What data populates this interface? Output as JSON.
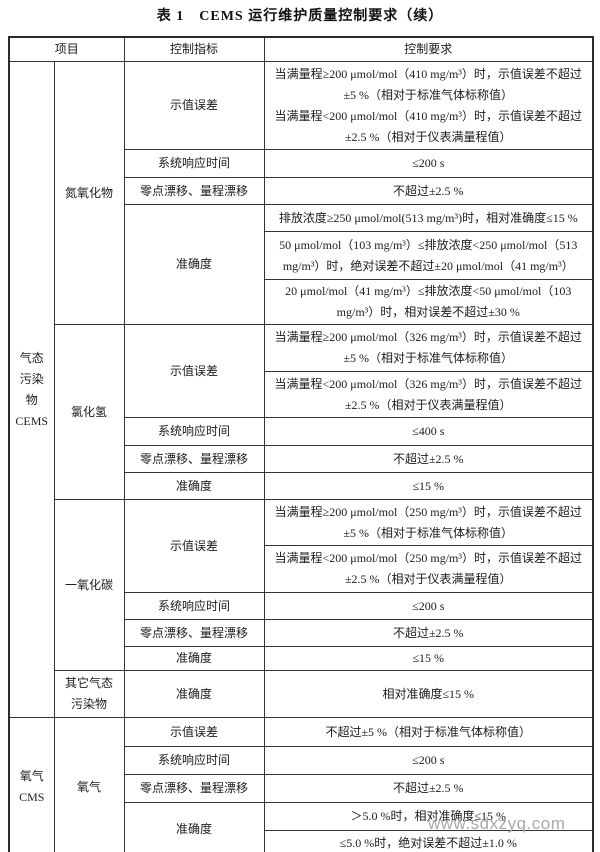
{
  "page": {
    "title": "表 1　CEMS 运行维护质量控制要求（续）",
    "watermark": "www.sdxzyq.com"
  },
  "header": {
    "project": "项目",
    "indicator": "控制指标",
    "requirement": "控制要求"
  },
  "gas": {
    "label": "气态\n污染\n物\nCEMS",
    "nox": {
      "label": "氮氧化物",
      "error": {
        "label": "示值误差",
        "req1": "当满量程≥200 μmol/mol（410 mg/m³）时，示值误差不超过±5 %（相对于标准气体标称值）",
        "req2": "当满量程<200 μmol/mol（410 mg/m³）时，示值误差不超过±2.5 %（相对于仪表满量程值）"
      },
      "response": {
        "label": "系统响应时间",
        "req": "≤200 s"
      },
      "drift": {
        "label": "零点漂移、量程漂移",
        "req": "不超过±2.5 %"
      },
      "accuracy": {
        "label": "准确度",
        "req1": "排放浓度≥250 μmol/mol(513 mg/m³)时，相对准确度≤15 %",
        "req2": "50 μmol/mol（103 mg/m³）≤排放浓度<250 μmol/mol（513 mg/m³）时，绝对误差不超过±20 μmol/mol（41 mg/m³）",
        "req3": "20 μmol/mol（41 mg/m³）≤排放浓度<50 μmol/mol（103 mg/m³）时，相对误差不超过±30 %"
      }
    },
    "hcl": {
      "label": "氯化氢",
      "error": {
        "label": "示值误差",
        "req1": "当满量程≥200 μmol/mol（326 mg/m³）时，示值误差不超过±5 %（相对于标准气体标称值）",
        "req2": "当满量程<200 μmol/mol（326 mg/m³）时，示值误差不超过±2.5 %（相对于仪表满量程值）"
      },
      "response": {
        "label": "系统响应时间",
        "req": "≤400 s"
      },
      "drift": {
        "label": "零点漂移、量程漂移",
        "req": "不超过±2.5 %"
      },
      "accuracy": {
        "label": "准确度",
        "req": "≤15 %"
      }
    },
    "co": {
      "label": "一氧化碳",
      "error": {
        "label": "示值误差",
        "req1": "当满量程≥200 μmol/mol（250 mg/m³）时，示值误差不超过±5 %（相对于标准气体标称值）",
        "req2": "当满量程<200 μmol/mol（250 mg/m³）时，示值误差不超过±2.5 %（相对于仪表满量程值）"
      },
      "response": {
        "label": "系统响应时间",
        "req": "≤200 s"
      },
      "drift": {
        "label": "零点漂移、量程漂移",
        "req": "不超过±2.5 %"
      },
      "accuracy": {
        "label": "准确度",
        "req": "≤15 %"
      }
    },
    "other": {
      "label": "其它气态\n污染物",
      "accuracy": {
        "label": "准确度",
        "req": "相对准确度≤15 %"
      }
    }
  },
  "oxygen": {
    "label": "氧气\nCMS",
    "o2": {
      "label": "氧气",
      "error": {
        "label": "示值误差",
        "req": "不超过±5 %（相对于标准气体标称值）"
      },
      "response": {
        "label": "系统响应时间",
        "req": "≤200 s"
      },
      "drift": {
        "label": "零点漂移、量程漂移",
        "req": "不超过±2.5 %"
      },
      "accuracy": {
        "label": "准确度",
        "req1": "＞5.0 %时，相对准确度≤15 %",
        "req2": "≤5.0 %时，绝对误差不超过±1.0 %"
      }
    }
  }
}
